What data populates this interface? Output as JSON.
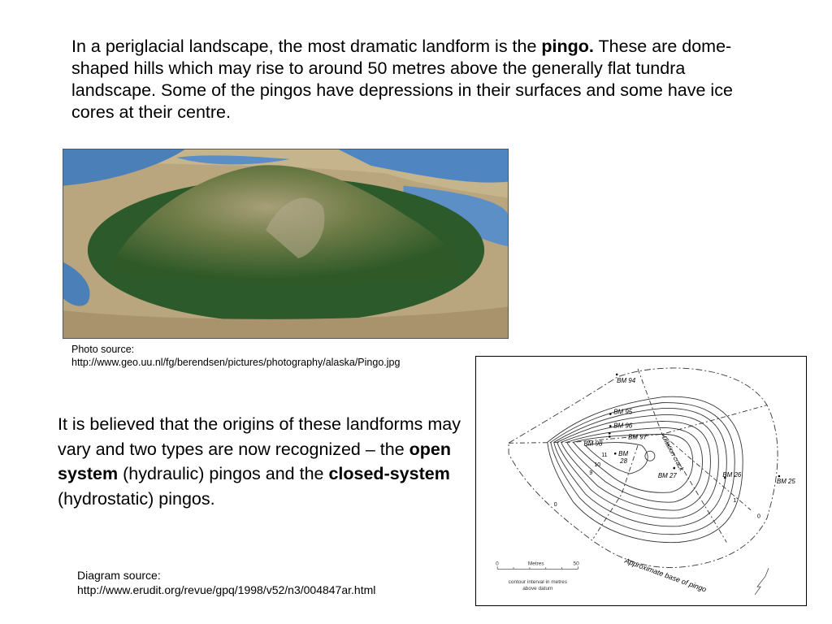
{
  "intro": {
    "before": "In a periglacial landscape, the most dramatic landform is the ",
    "bold": "pingo.",
    "after": " These are dome-shaped hills which may rise to around 50 metres above the generally flat tundra landscape. Some of the pingos have depressions in their surfaces and some have ice cores at their centre."
  },
  "photo_source": {
    "label": "Photo source:",
    "url": "http://www.geo.uu.nl/fg/berendsen/pictures/photography/alaska/Pingo.jpg"
  },
  "origins": {
    "t1": "It is believed that the origins of these landforms may vary and two types are now recognized – the ",
    "b1": "open system",
    "t2": " (hydraulic) pingos and the ",
    "b2": "closed-system",
    "t3": " (hydrostatic) pingos."
  },
  "diagram": {
    "benchmarks": [
      "BM 94",
      "BM 95",
      "BM 96",
      "BM 97",
      "BM 98",
      "BM",
      "28",
      "BM 27",
      "BM 26",
      "BM 25"
    ],
    "crack_label": "Dilation crack",
    "base_label": "Approximate base of pingo",
    "contours": [
      "0",
      "0",
      "1",
      "10",
      "9",
      "11"
    ],
    "scale": {
      "start": "0",
      "unit": "Metres",
      "end": "50"
    },
    "caption_line1": "contour interval in metres",
    "caption_line2": "above datum"
  },
  "diagram_source": {
    "label": "Diagram source:",
    "url": "http://www.erudit.org/revue/gpq/1998/v52/n3/004847ar.html"
  }
}
